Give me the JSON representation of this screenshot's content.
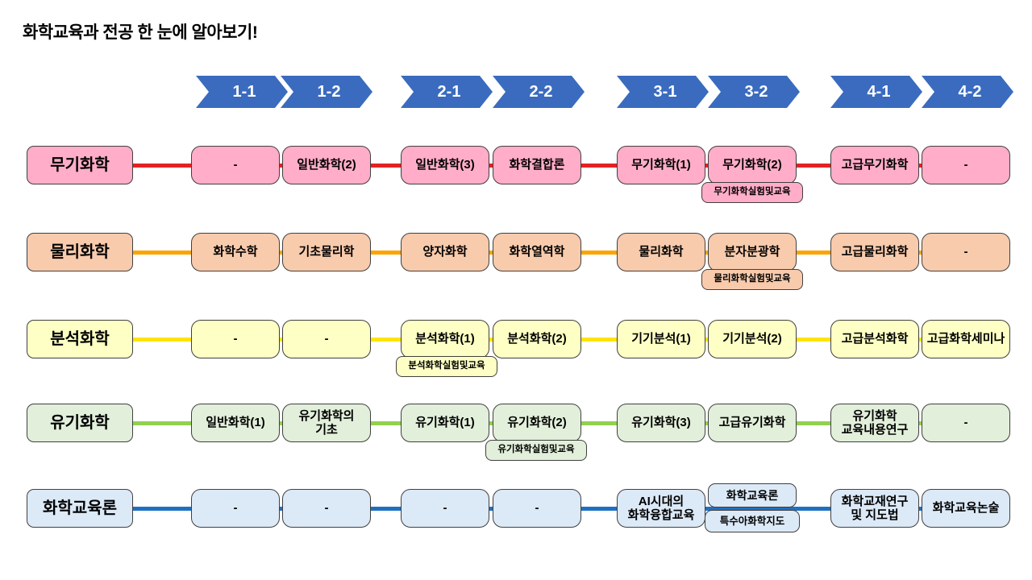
{
  "title": "화학교육과 전공 한 눈에 알아보기!",
  "semesters": [
    "1-1",
    "1-2",
    "2-1",
    "2-2",
    "3-1",
    "3-2",
    "4-1",
    "4-2"
  ],
  "colors": {
    "chevron": "#3A6BBF",
    "rows": [
      {
        "fill": "#FFADC8",
        "line": "#E32222"
      },
      {
        "fill": "#F8CBAD",
        "line": "#FFA300"
      },
      {
        "fill": "#FDFFC4",
        "line": "#FFE400"
      },
      {
        "fill": "#E2EFDA",
        "line": "#92D050"
      },
      {
        "fill": "#DCE9F7",
        "line": "#1F70C1"
      }
    ]
  },
  "rows": [
    {
      "label": "무기화학",
      "courses": [
        "-",
        "일반화학(2)",
        "일반화학(3)",
        "화학결합론",
        "무기화학(1)",
        "무기화학(2)",
        "고급무기화학",
        "-"
      ],
      "subcourse": "무기화학실험및교육"
    },
    {
      "label": "물리화학",
      "courses": [
        "화학수학",
        "기초물리학",
        "양자화학",
        "화학열역학",
        "물리화학",
        "분자분광학",
        "고급물리화학",
        "-"
      ],
      "subcourse": "물리화학실험및교육"
    },
    {
      "label": "분석화학",
      "courses": [
        "-",
        "-",
        "분석화학(1)",
        "분석화학(2)",
        "기기분석(1)",
        "기기분석(2)",
        "고급분석화학",
        "고급화학세미나"
      ],
      "subcourse": "분석화학실험및교육"
    },
    {
      "label": "유기화학",
      "courses": [
        "일반화학(1)",
        "유기화학의\n기초",
        "유기화학(1)",
        "유기화학(2)",
        "유기화학(3)",
        "고급유기화학",
        "유기화학\n교육내용연구",
        "-"
      ],
      "subcourse": "유기화학실험및교육"
    },
    {
      "label": "화학교육론",
      "courses": [
        "-",
        "-",
        "-",
        "-",
        "AI시대의\n화학융합교육",
        "화학교육론",
        "화학교재연구\n및 지도법",
        "화학교육논술"
      ],
      "subcourse": "특수아화학지도"
    }
  ]
}
